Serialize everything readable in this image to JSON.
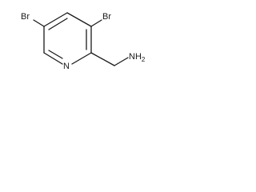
{
  "molecule": {
    "atoms": {
      "br_left": "Br",
      "br_right": "Br",
      "ring_n": "N",
      "amine": {
        "symbol": "NH",
        "subscript": "2"
      }
    }
  }
}
